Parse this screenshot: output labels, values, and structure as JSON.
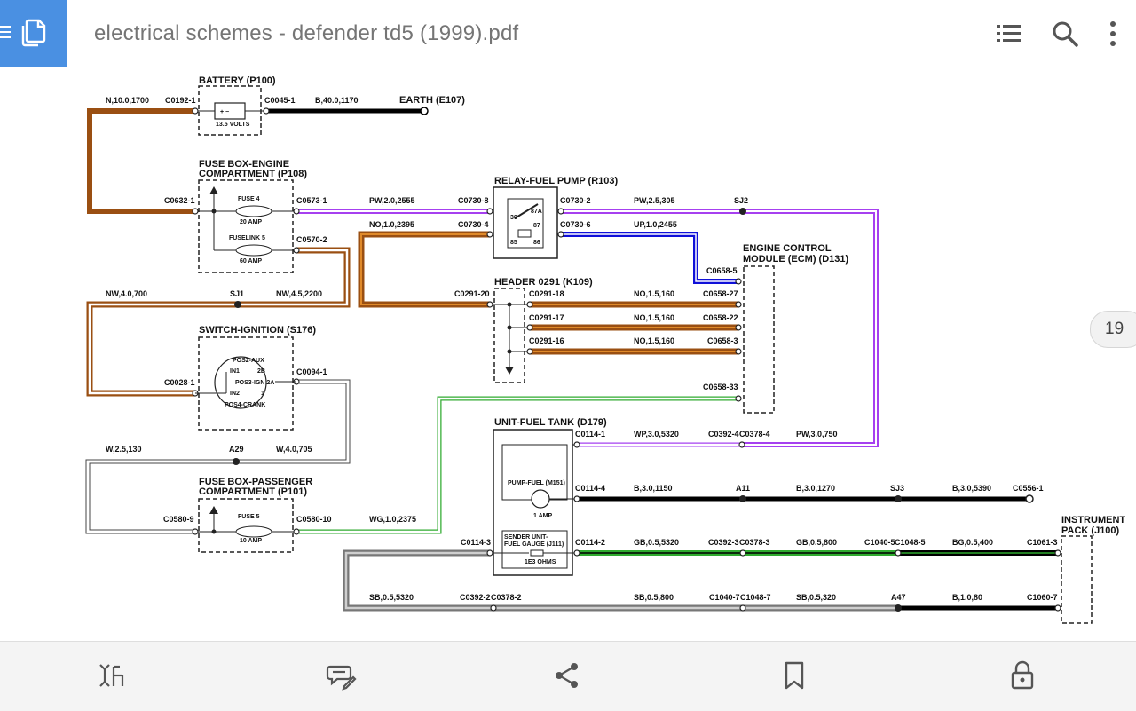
{
  "header": {
    "title": "electrical schemes - defender td5 (1999).pdf",
    "icons": [
      "menu-icon",
      "document-icon",
      "contents-icon",
      "search-icon",
      "more-icon"
    ]
  },
  "page_indicator": "19",
  "bottom_toolbar": {
    "icons": [
      "adjust-icon",
      "annotate-icon",
      "share-icon",
      "bookmark-icon",
      "lock-icon"
    ]
  },
  "colors": {
    "accent": "#4a90e2",
    "wire_brown": "#9a4f12",
    "wire_purple": "#a640f0",
    "wire_blue": "#1010d8",
    "wire_green": "#2faa2f",
    "wire_black": "#000000",
    "wire_grey": "#9a9a9a"
  },
  "diagram": {
    "components": {
      "battery": "BATTERY (P100)",
      "battery_rating": "13.5 VOLTS",
      "earth": "EARTH (E107)",
      "fusebox_engine_1": "FUSE BOX-ENGINE",
      "fusebox_engine_2": "COMPARTMENT (P108)",
      "fuse4": "FUSE 4",
      "fuse4_rating": "20 AMP",
      "fuselink5": "FUSELINK 5",
      "fuselink5_rating": "60 AMP",
      "relay": "RELAY-FUEL PUMP (R103)",
      "ecm_1": "ENGINE CONTROL",
      "ecm_2": "MODULE (ECM) (D131)",
      "header": "HEADER 0291 (K109)",
      "switch": "SWITCH-IGNITION (S176)",
      "sw_pos2": "POS2-AUX",
      "sw_in1": "IN1",
      "sw_2b": "2B",
      "sw_pos3": "POS3-IGN 2A",
      "sw_in2": "IN2",
      "sw_1": "1",
      "sw_pos4": "POS4-CRANK",
      "fusebox_pass_1": "FUSE BOX-PASSENGER",
      "fusebox_pass_2": "COMPARTMENT (P101)",
      "fuse5": "FUSE 5",
      "fuse5_rating": "10 AMP",
      "tank": "UNIT-FUEL TANK (D179)",
      "pump": "PUMP-FUEL (M151)",
      "pump_rating": "1 AMP",
      "sender_1": "SENDER UNIT-",
      "sender_2": "FUEL GAUGE (J111)",
      "sender_rating": "1E3 OHMS",
      "instrument_1": "INSTRUMENT",
      "instrument_2": "PACK (J100)",
      "relay_p30": "30",
      "relay_p87a": "87A",
      "relay_p87": "87",
      "relay_p85": "85",
      "relay_p86": "86"
    },
    "connectors": {
      "c0192_1": "C0192-1",
      "c0045_1": "C0045-1",
      "c0632_1": "C0632-1",
      "c0573_1": "C0573-1",
      "c0570_2": "C0570-2",
      "c0730_8": "C0730-8",
      "c0730_4": "C0730-4",
      "c0730_2": "C0730-2",
      "c0730_6": "C0730-6",
      "c0658_5": "C0658-5",
      "c0291_20": "C0291-20",
      "c0291_18": "C0291-18",
      "c0291_17": "C0291-17",
      "c0291_16": "C0291-16",
      "c0658_27": "C0658-27",
      "c0658_22": "C0658-22",
      "c0658_3": "C0658-3",
      "c0658_33": "C0658-33",
      "c0028_1": "C0028-1",
      "c0094_1": "C0094-1",
      "c0580_9": "C0580-9",
      "c0580_10": "C0580-10",
      "c0114_1": "C0114-1",
      "c0392_4": "C0392-4",
      "c0378_4": "C0378-4",
      "c0114_4": "C0114-4",
      "c0556_1": "C0556-1",
      "c0114_3": "C0114-3",
      "c0114_2": "C0114-2",
      "c0392_3": "C0392-3",
      "c0378_3": "C0378-3",
      "c1040_5": "C1040-5",
      "c1048_5": "C1048-5",
      "c1061_3": "C1061-3",
      "c0392_2": "C0392-2",
      "c0378_2": "C0378-2",
      "c1040_7": "C1040-7",
      "c1048_7": "C1048-7",
      "c1060_7": "C1060-7"
    },
    "splices": {
      "sj1": "SJ1",
      "sj2": "SJ2",
      "sj3": "SJ3",
      "a29": "A29",
      "a11": "A11",
      "a47": "A47"
    },
    "wires": {
      "n_10_1700": "N,10.0,1700",
      "b_40_1170": "B,40.0,1170",
      "pw_2_2555": "PW,2.0,2555",
      "pw_25_305": "PW,2.5,305",
      "no_1_2395": "NO,1.0,2395",
      "up_1_2455": "UP,1.0,2455",
      "nw_4_700": "NW,4.0,700",
      "nw_45_2200": "NW,4.5,2200",
      "no_15_160a": "NO,1.5,160",
      "no_15_160b": "NO,1.5,160",
      "no_15_160c": "NO,1.5,160",
      "w_25_130": "W,2.5,130",
      "w_4_705": "W,4.0,705",
      "wg_1_2375": "WG,1.0,2375",
      "wp_3_5320": "WP,3.0,5320",
      "pw_3_750": "PW,3.0,750",
      "b_3_1150": "B,3.0,1150",
      "b_3_1270": "B,3.0,1270",
      "b_3_5390": "B,3.0,5390",
      "gb_05_5320": "GB,0.5,5320",
      "gb_05_800": "GB,0.5,800",
      "bg_05_400": "BG,0.5,400",
      "sb_05_5320": "SB,0.5,5320",
      "sb_05_800": "SB,0.5,800",
      "sb_05_320": "SB,0.5,320",
      "b_1_80": "B,1.0,80"
    }
  }
}
